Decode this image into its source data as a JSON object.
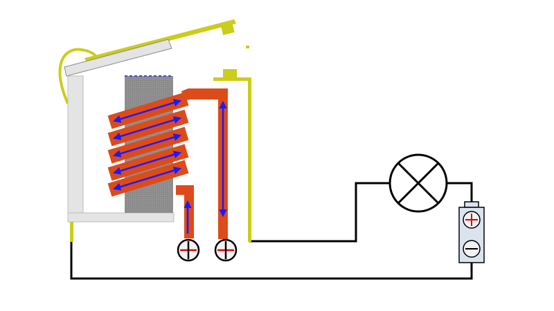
{
  "diagram": {
    "kind": "electromagnetic relay circuit",
    "colors": {
      "background": "#ffffff",
      "wire": "#000000",
      "spring_contacts": "#cccc1a",
      "coil": "#dd4b1a",
      "current_arrow": "#1a1aff",
      "core": "#8f8f8f",
      "yoke": "#e4e4e4",
      "terminal_plus": "#dd0000",
      "battery_body": "#dbe4ee"
    },
    "components": {
      "lamp": "lamp-symbol",
      "battery": "battery-cell",
      "coil_turns": 5,
      "coil_terminals": [
        "plus-terminal",
        "plus-terminal"
      ],
      "battery_terminals": [
        "plus-terminal",
        "minus-terminal"
      ]
    }
  }
}
